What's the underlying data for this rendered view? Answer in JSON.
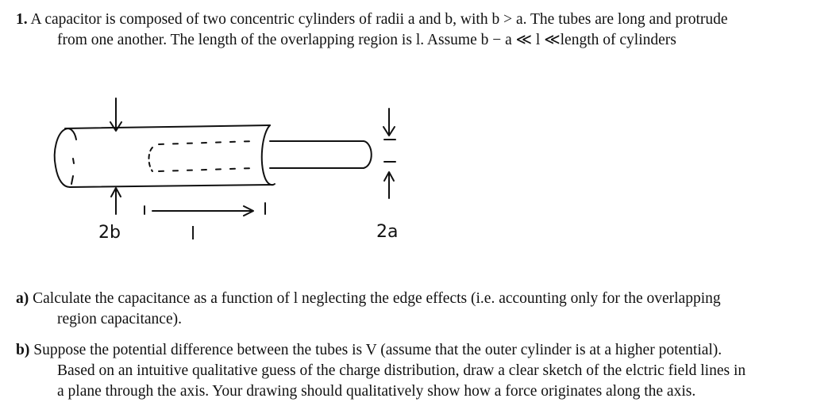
{
  "problem": {
    "number": "1.",
    "line1": "A capacitor is composed of two concentric cylinders of radii a and b, with b > a. The tubes are long and protrude",
    "line2": "from one another. The length of the overlapping region is l. Assume b − a ≪ l ≪length of cylinders"
  },
  "figure": {
    "label_outer": "2b",
    "label_overlap": "l",
    "label_inner": "2a"
  },
  "part_a": {
    "label": "a)",
    "line1": "Calculate the capacitance as a function of l neglecting the edge effects (i.e. accounting only for the overlapping",
    "line2": "region capacitance)."
  },
  "part_b": {
    "label": "b)",
    "line1": "Suppose the potential difference between the tubes is V (assume that the outer cylinder is at a higher potential).",
    "line2": "Based on an intuitive qualitative guess of the charge distribution, draw a clear sketch of the elctric field lines in",
    "line3": "a plane through the axis. Your drawing should qualitatively show how a force originates along the axis."
  }
}
